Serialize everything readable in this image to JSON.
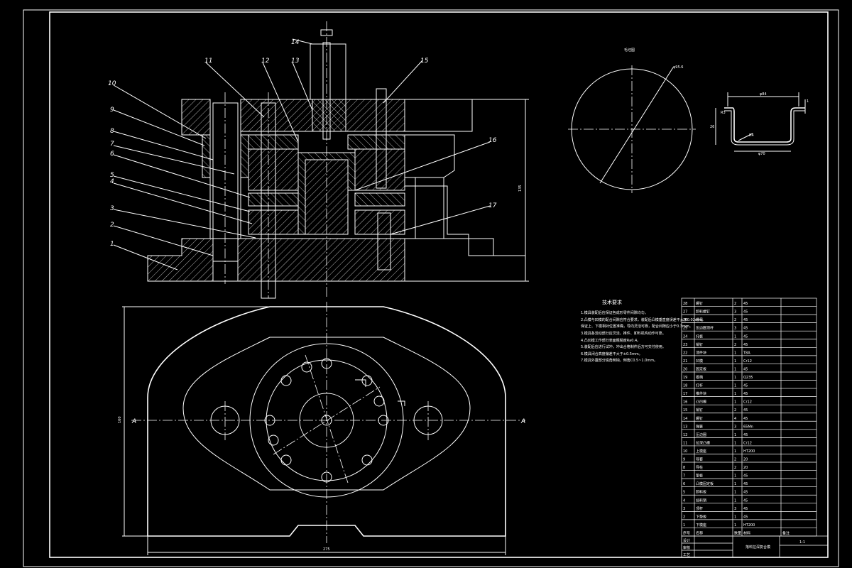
{
  "sheet": {
    "part_numbers": [
      "1",
      "2",
      "3",
      "4",
      "5",
      "6",
      "7",
      "8",
      "9",
      "10",
      "11",
      "12",
      "13",
      "14",
      "15",
      "16",
      "17"
    ],
    "dims": {
      "height_right": "135",
      "width_bottom": "275",
      "height_left": "160",
      "blank_dia": "φ95.6",
      "cup_top": "φ84",
      "cup_bottom": "φ70",
      "cup_height": "26",
      "cup_r1": "R3",
      "cup_r2": "R4",
      "cup_t": "1"
    },
    "section_marks": [
      "A",
      "A"
    ],
    "blank_title": "毛坯图",
    "notes": {
      "title": "技术要求",
      "lines": [
        "1.模具装配后应保证各成形零件间隙均匀。",
        "2.凸模与凹模的配合间隙应符合要求，装配后凸模垂直度误差不大于0.02mm，",
        "   保证上、下模相对位置准确，导向灵活可靠，配合间隙应小于0.3mm。",
        "3.模具各活动部分应灵活，推件、卸料机构动作可靠。",
        "4.凸凹模工作部分表面粗糙度Ra0.4。",
        "5.装配后应进行试冲，冲出合格制件后方可交付使用。",
        "6.模具闭合高度偏差不大于±0.5mm。",
        "7.模具外露部分锐角倒钝，倒角C0.5~1.0mm。"
      ]
    },
    "bom_rows": [
      [
        "28",
        "螺钉",
        "2",
        "45",
        ""
      ],
      [
        "27",
        "卸料螺钉",
        "3",
        "45",
        ""
      ],
      [
        "26",
        "螺母",
        "2",
        "45",
        ""
      ],
      [
        "25",
        "压边圈顶杆",
        "3",
        "45",
        ""
      ],
      [
        "24",
        "托板",
        "1",
        "45",
        ""
      ],
      [
        "23",
        "销钉",
        "2",
        "45",
        ""
      ],
      [
        "22",
        "顶件块",
        "1",
        "T8A",
        ""
      ],
      [
        "21",
        "凹模",
        "1",
        "Cr12",
        ""
      ],
      [
        "20",
        "固定板",
        "1",
        "45",
        ""
      ],
      [
        "19",
        "模柄",
        "1",
        "Q235",
        ""
      ],
      [
        "18",
        "打杆",
        "1",
        "45",
        ""
      ],
      [
        "17",
        "推件块",
        "1",
        "45",
        ""
      ],
      [
        "16",
        "凸凹模",
        "1",
        "Cr12",
        ""
      ],
      [
        "15",
        "销钉",
        "2",
        "45",
        ""
      ],
      [
        "14",
        "螺钉",
        "4",
        "45",
        ""
      ],
      [
        "13",
        "弹簧",
        "3",
        "65Mn",
        ""
      ],
      [
        "12",
        "压边圈",
        "1",
        "45",
        ""
      ],
      [
        "11",
        "拉深凸模",
        "1",
        "Cr12",
        ""
      ],
      [
        "10",
        "上模座",
        "1",
        "HT200",
        ""
      ],
      [
        "9",
        "导套",
        "2",
        "20",
        ""
      ],
      [
        "8",
        "导柱",
        "2",
        "20",
        ""
      ],
      [
        "7",
        "垫板",
        "1",
        "45",
        ""
      ],
      [
        "6",
        "凸模固定板",
        "1",
        "45",
        ""
      ],
      [
        "5",
        "卸料板",
        "1",
        "45",
        ""
      ],
      [
        "4",
        "挡料销",
        "1",
        "45",
        ""
      ],
      [
        "3",
        "顶杆",
        "3",
        "45",
        ""
      ],
      [
        "2",
        "下垫板",
        "1",
        "45",
        ""
      ],
      [
        "1",
        "下模座",
        "1",
        "HT200",
        ""
      ]
    ],
    "bom_header": [
      "序号",
      "名称",
      "数量",
      "材料",
      "备注"
    ],
    "title_block": {
      "name": "落料拉深复合模",
      "scale": "1:1",
      "rows": [
        "设计",
        "审核",
        "工艺"
      ]
    }
  }
}
